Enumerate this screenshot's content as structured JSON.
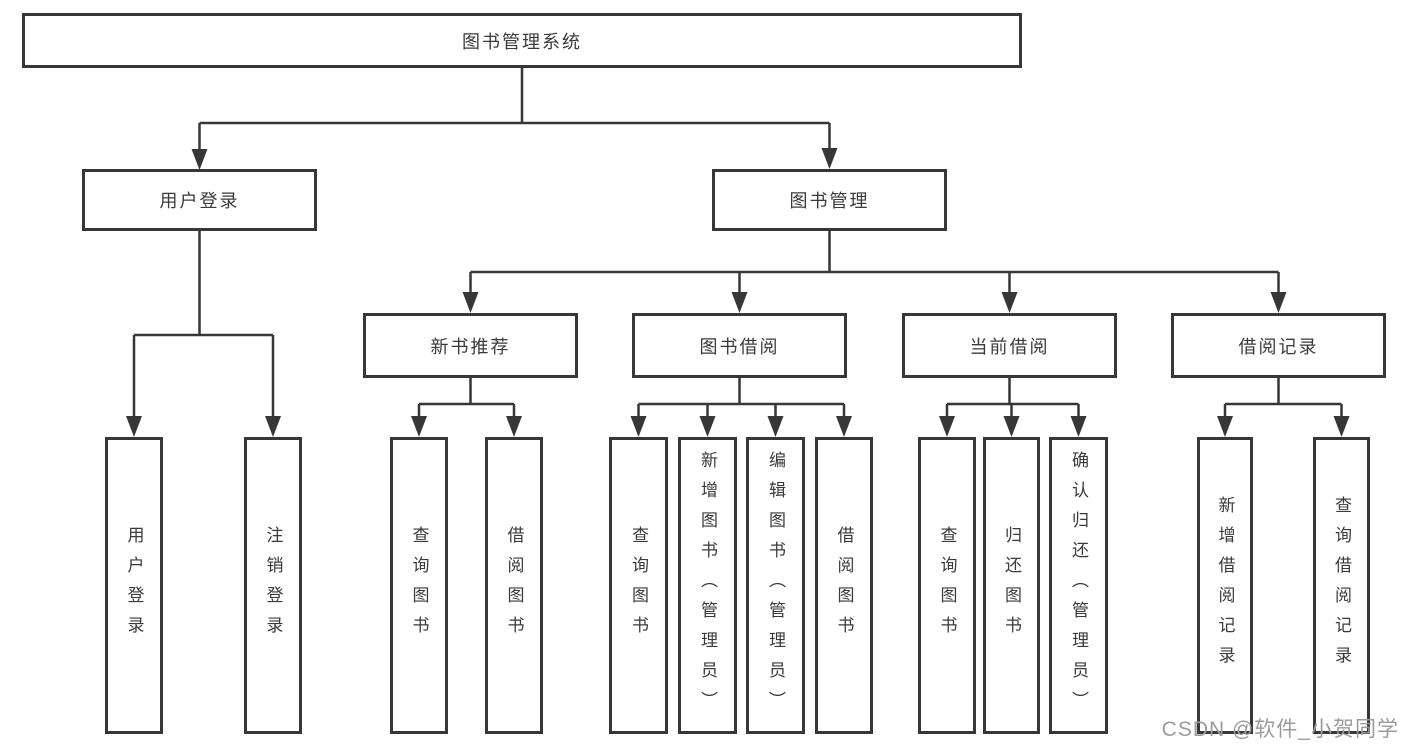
{
  "tree": {
    "label": "图书管理系统",
    "children": [
      {
        "label": "用户登录",
        "children": [
          {
            "label": "用户登录"
          },
          {
            "label": "注销登录"
          }
        ]
      },
      {
        "label": "图书管理",
        "children": [
          {
            "label": "新书推荐",
            "children": [
              {
                "label": "查询图书"
              },
              {
                "label": "借阅图书"
              }
            ]
          },
          {
            "label": "图书借阅",
            "children": [
              {
                "label": "查询图书"
              },
              {
                "label": "新增图书（管理员）"
              },
              {
                "label": "编辑图书（管理员）"
              },
              {
                "label": "借阅图书"
              }
            ]
          },
          {
            "label": "当前借阅",
            "children": [
              {
                "label": "查询图书"
              },
              {
                "label": "归还图书"
              },
              {
                "label": "确认归还（管理员）"
              }
            ]
          },
          {
            "label": "借阅记录",
            "children": [
              {
                "label": "新增借阅记录"
              },
              {
                "label": "查询借阅记录"
              }
            ]
          }
        ]
      }
    ]
  },
  "watermark": {
    "text": "CSDN @软件_小贺同学"
  },
  "colors": {
    "line": "#373737",
    "box_border": "#373737",
    "text": "#3a3a3a",
    "watermark": "#9b9b9b",
    "background": "#ffffff"
  }
}
